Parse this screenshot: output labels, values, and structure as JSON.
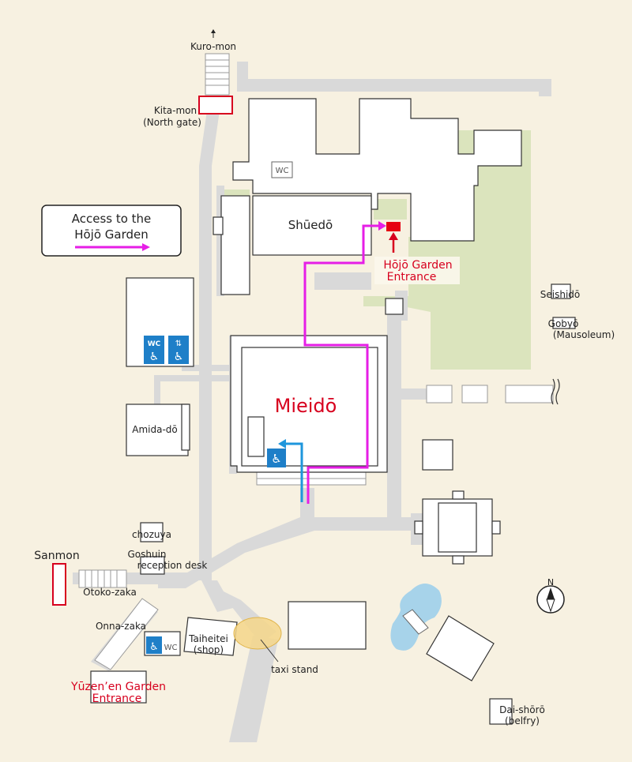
{
  "legend": {
    "title_line1": "Access to the",
    "title_line2": "Hōjō Garden",
    "route_color": "#e61ee6"
  },
  "labels": {
    "kuro_mon": "Kuro-mon",
    "kita_mon_1": "Kita-mon",
    "kita_mon_2": "(North gate)",
    "wc": "WC",
    "shuedo": "Shūedō",
    "hojo_entrance_1": "Hōjō Garden",
    "hojo_entrance_2": "Entrance",
    "seishido": "Seishidō",
    "gobyo_1": "Gobyō",
    "gobyo_2": "(Mausoleum)",
    "mieido": "Mieidō",
    "amidado": "Amida-dō",
    "chozuya": "chozuya",
    "goshuin_1": "Goshuin",
    "goshuin_2": "reception desk",
    "sanmon": "Sanmon",
    "otoko_zaka": "Otoko-zaka",
    "onna_zaka": "Onna-zaka",
    "taiheitei_1": "Taiheitei",
    "taiheitei_2": "(shop)",
    "taxi_stand": "taxi stand",
    "yuzen_1": "Yūzen’en Garden",
    "yuzen_2": "Entrance",
    "dai_shoro_1": "Dai-shōrō",
    "dai_shoro_2": "(belfry)",
    "north": "N",
    "accessible_wc": "WC"
  },
  "colors": {
    "background": "#f7f1e1",
    "path": "#d9d9d9",
    "green": "#dbe4bd",
    "accent_red": "#d7001e",
    "wheelchair_route": "#1e96dc",
    "access_blue": "#1e7fc8",
    "pond": "#a7d3ea",
    "taxi": "#f5d68a"
  },
  "icons": [
    "wheelchair-icon",
    "wc-icon",
    "elevator-icon",
    "compass-icon",
    "arrow-up-icon"
  ]
}
